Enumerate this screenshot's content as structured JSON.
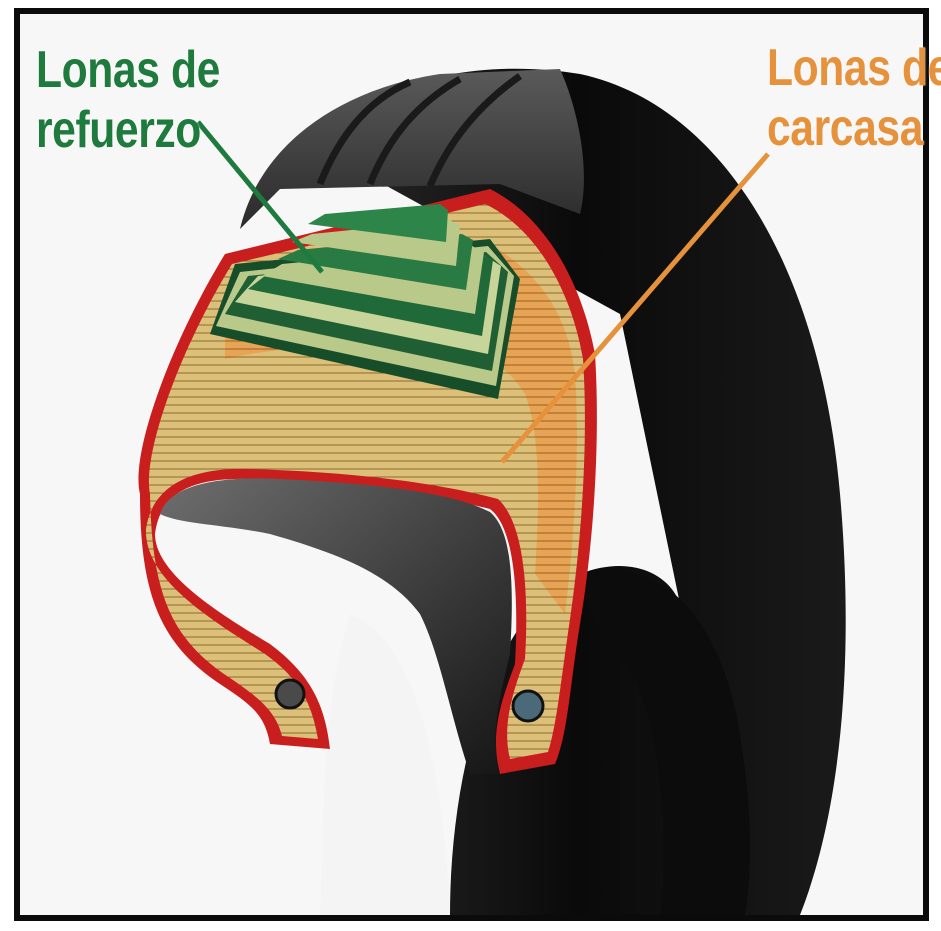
{
  "labels": {
    "reinforcement": {
      "line1": "Lonas de",
      "line2": "refuerzo"
    },
    "carcass": {
      "line1": "Lonas de",
      "line2": "carcasa"
    }
  },
  "colors": {
    "reinforcement_label": "#1e7a3d",
    "carcass_label": "#e6913c",
    "tire_rubber": "#111111",
    "belt_dark": "#1f5f33",
    "belt_light": "#b9c98a",
    "carcass_ply": "#d8b46a",
    "carcass_outer": "#e59a47",
    "inner_liner": "#c81e1e"
  },
  "icons": {
    "tire": "tire-cross-section-illustration"
  }
}
